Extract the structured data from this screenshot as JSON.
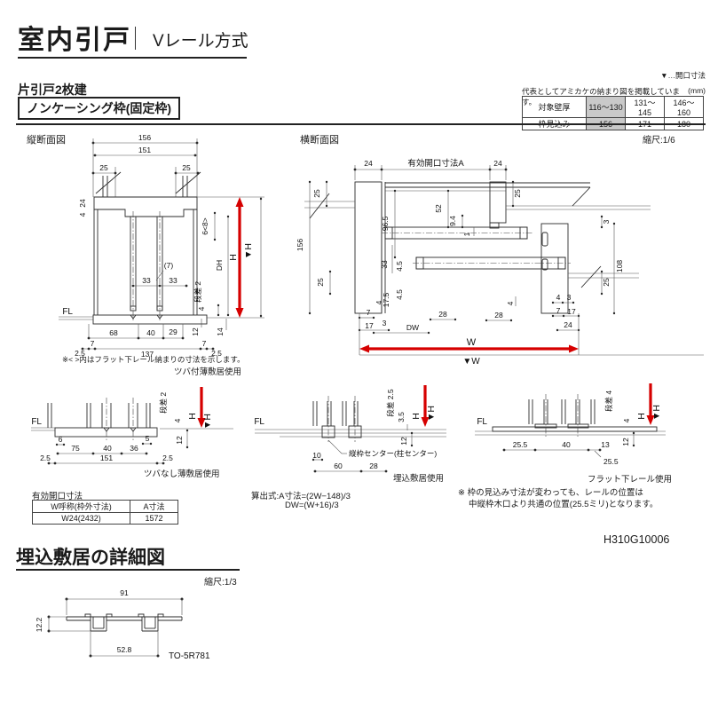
{
  "header": {
    "title": "室内引戸",
    "subtitle": "Vレール方式",
    "opening_legend": "▼…開口寸法",
    "section_label": "片引戸2枚建",
    "frame_label": "ノンケーシング枠(固定枠)"
  },
  "wall_table": {
    "note": "代表としてアミカケの納まり図を掲載しています。",
    "unit": "(mm)",
    "rows": [
      {
        "label": "対象壁厚",
        "values": [
          "116〜130",
          "131〜145",
          "146〜160"
        ]
      },
      {
        "label": "枠見込み",
        "values": [
          "156",
          "171",
          "180"
        ]
      }
    ]
  },
  "vs": {
    "title": "縦断面図",
    "note": "※< >内はフラット下レール納まりの寸法を示します。",
    "caption": "ツバ付薄敷居使用",
    "dims": {
      "w156": "156",
      "w151": "151",
      "o25l": "25",
      "o25r": "25",
      "h24": "24",
      "h4": "4",
      "g68": "6<8>",
      "p7": "(7)",
      "t33a": "33",
      "t33b": "33",
      "dh": "DH",
      "h": "H",
      "hv": "▼H",
      "step": "段差 2",
      "fl": "FL",
      "s4": "4",
      "s12": "12",
      "s14": "14",
      "b68": "68",
      "b40": "40",
      "b29": "29",
      "b7l": "7",
      "b137": "137",
      "b7r": "7",
      "b25l": "2.5",
      "b25r": "2.5"
    }
  },
  "hs": {
    "title": "横断面図",
    "scale": "縮尺:1/6",
    "dims": {
      "t24l": "24",
      "open_a": "有効開口寸法A",
      "t24r": "24",
      "tr25": "25",
      "l25": "25",
      "l156": "156",
      "l25b": "25",
      "v965": "96.5",
      "v52": "52",
      "v94": "9.4",
      "v1": "1",
      "r3": "3",
      "r108": "108",
      "r25": "25",
      "m33": "33",
      "m45a": "4.5",
      "m45b": "4.5",
      "m175": "17.5",
      "m4a": "4",
      "b7l": "7",
      "b3l": "3",
      "b17l": "17",
      "dw": "DW",
      "b28a": "28",
      "b28b": "28",
      "m4b": "4",
      "rb4": "4",
      "rb3": "3",
      "rb7": "7",
      "rb17": "17",
      "rb24": "24",
      "w": "W",
      "wv": "▼W"
    }
  },
  "d1": {
    "caption": "ツバなし薄敷居使用",
    "dims": {
      "fl": "FL",
      "step": "段差 2",
      "s4": "4",
      "h": "H",
      "hv": "▼H",
      "s12": "12",
      "a6": "6",
      "a75": "75",
      "a40": "40",
      "a36": "36",
      "a5": "5",
      "c25l": "2.5",
      "c151": "151",
      "c25r": "2.5"
    }
  },
  "d2": {
    "caption": "埋込敷居使用",
    "center_label": "縦枠センター(柱センター)",
    "dims": {
      "fl": "FL",
      "step": "段差 2.5",
      "s35": "3.5",
      "h": "H",
      "hv": "▼H",
      "s12": "12",
      "a10": "10",
      "a60": "60",
      "a28": "28"
    }
  },
  "d3": {
    "caption": "フラット下レール使用",
    "note1": "※ 枠の見込み寸法が変わっても、レールの位置は",
    "note2": "中縦枠木口より共通の位置(25.5ミリ)となります。",
    "dims": {
      "fl": "FL",
      "step": "段差 4",
      "s4": "4",
      "h": "H",
      "hv": "▼H",
      "s12": "12",
      "a255": "25.5",
      "a40": "40",
      "a13": "13",
      "a255b": "25.5"
    }
  },
  "opening_table": {
    "title": "有効開口寸法",
    "headers": [
      "W呼称(枠外寸法)",
      "A寸法"
    ],
    "rows": [
      [
        "W24(2432)",
        "1572"
      ]
    ]
  },
  "formula": {
    "line1": "算出式:A寸法=(2W−148)/3",
    "line2": "DW=(W+16)/3"
  },
  "doc_code": "H310G10006",
  "sd": {
    "title": "埋込敷居の詳細図",
    "scale": "縮尺:1/3",
    "part_no": "TO-5R781",
    "dims": {
      "w91": "91",
      "h122": "12.2",
      "w528": "52.8"
    }
  }
}
